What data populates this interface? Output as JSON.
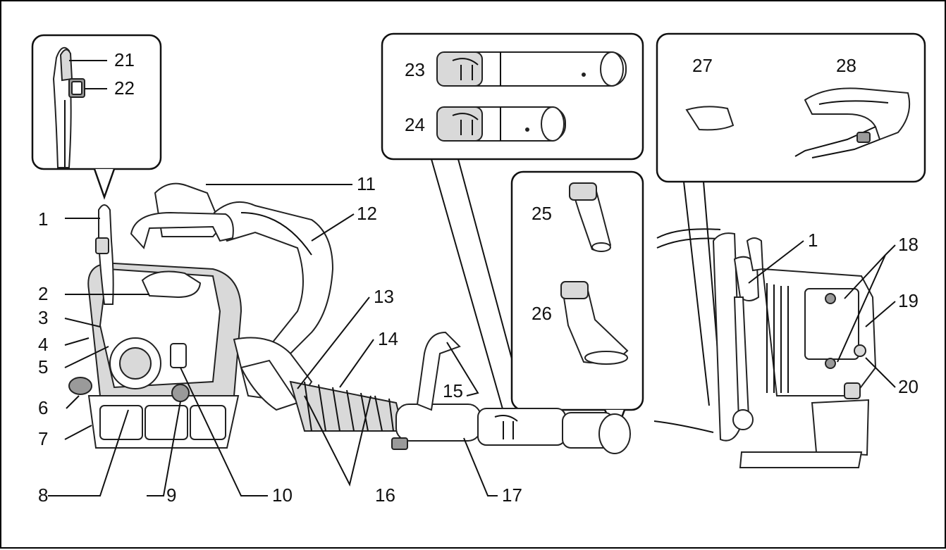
{
  "callouts": [
    {
      "id": "c1",
      "label": "1"
    },
    {
      "id": "c2",
      "label": "2"
    },
    {
      "id": "c3",
      "label": "3"
    },
    {
      "id": "c4",
      "label": "4"
    },
    {
      "id": "c5",
      "label": "5"
    },
    {
      "id": "c6",
      "label": "6"
    },
    {
      "id": "c7",
      "label": "7"
    },
    {
      "id": "c8",
      "label": "8"
    },
    {
      "id": "c9",
      "label": "9"
    },
    {
      "id": "c10",
      "label": "10"
    },
    {
      "id": "c11",
      "label": "11"
    },
    {
      "id": "c12",
      "label": "12"
    },
    {
      "id": "c13",
      "label": "13"
    },
    {
      "id": "c14",
      "label": "14"
    },
    {
      "id": "c15",
      "label": "15"
    },
    {
      "id": "c16",
      "label": "16"
    },
    {
      "id": "c17",
      "label": "17"
    },
    {
      "id": "c18",
      "label": "18"
    },
    {
      "id": "c19",
      "label": "19"
    },
    {
      "id": "c20",
      "label": "20"
    },
    {
      "id": "c21",
      "label": "21"
    },
    {
      "id": "c22",
      "label": "22"
    },
    {
      "id": "c23",
      "label": "23"
    },
    {
      "id": "c24",
      "label": "24"
    },
    {
      "id": "c25",
      "label": "25"
    },
    {
      "id": "c26",
      "label": "26"
    },
    {
      "id": "c27",
      "label": "27"
    },
    {
      "id": "c28",
      "label": "28"
    },
    {
      "id": "c1b",
      "label": "1"
    }
  ]
}
